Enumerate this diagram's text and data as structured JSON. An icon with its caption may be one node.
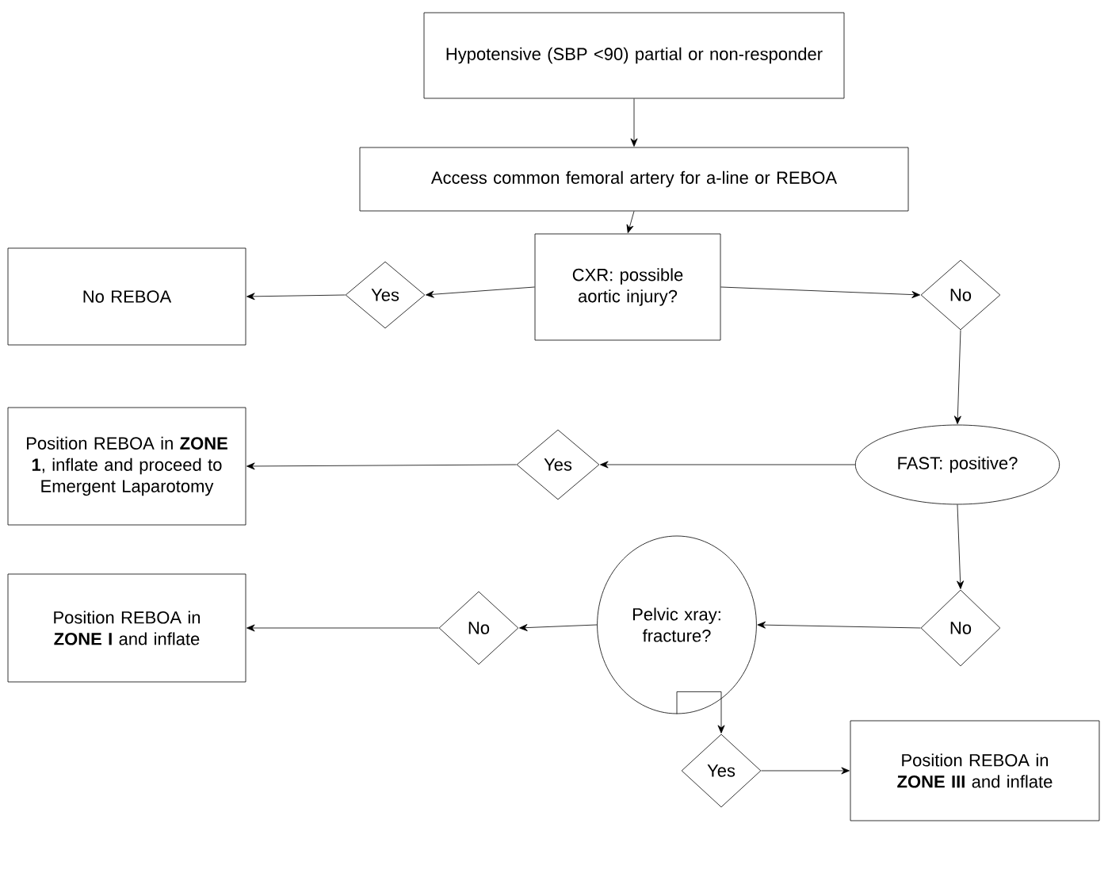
{
  "diagram": {
    "nodes": [
      {
        "text": [
          "Hypotensive (SBP <90) partial or non-responder"
        ]
      },
      {
        "text": [
          "Access common femoral artery for a-line or REBOA"
        ]
      },
      {
        "text": [
          "CXR: possible aortic injury?"
        ]
      },
      {
        "text": [
          "No REBOA"
        ]
      },
      {
        "text": [
          "Yes"
        ]
      },
      {
        "text": [
          "No"
        ]
      },
      {
        "text": [
          "FAST: positive?"
        ]
      },
      {
        "text": [
          "Yes"
        ]
      },
      {
        "text": [
          "Position REBOA in **ZONE 1**, inflate and proceed to Emergent Laparotomy"
        ]
      },
      {
        "text": [
          "No"
        ]
      },
      {
        "text": [
          "Pelvic xray: fracture?"
        ]
      },
      {
        "text": [
          "No"
        ]
      },
      {
        "text": [
          "Position REBOA in **ZONE I** and inflate"
        ]
      },
      {
        "text": [
          "Yes"
        ]
      },
      {
        "text": [
          "Position REBOA in **ZONE III** and inflate"
        ]
      }
    ],
    "edges": [
      {
        "from": 0,
        "to": 1,
        "arrow": "to"
      },
      {
        "from": 1,
        "to": 2,
        "arrow": "to"
      },
      {
        "from": 2,
        "to": 4,
        "arrow": "to"
      },
      {
        "from": 4,
        "to": 3,
        "arrow": "to"
      },
      {
        "from": 2,
        "to": 5,
        "arrow": "to"
      },
      {
        "from": 5,
        "to": 6,
        "arrow": "to"
      },
      {
        "from": 6,
        "to": 7,
        "arrow": "to"
      },
      {
        "from": 7,
        "to": 8,
        "arrow": "to"
      },
      {
        "from": 6,
        "to": 9,
        "arrow": "to"
      },
      {
        "from": 9,
        "to": 10,
        "arrow": "to"
      },
      {
        "from": 10,
        "to": 11,
        "arrow": "to"
      },
      {
        "from": 11,
        "to": 12,
        "arrow": "to"
      },
      {
        "from": 10,
        "to": 13,
        "arrow": "to"
      },
      {
        "from": 13,
        "to": 14,
        "arrow": "to"
      }
    ]
  }
}
